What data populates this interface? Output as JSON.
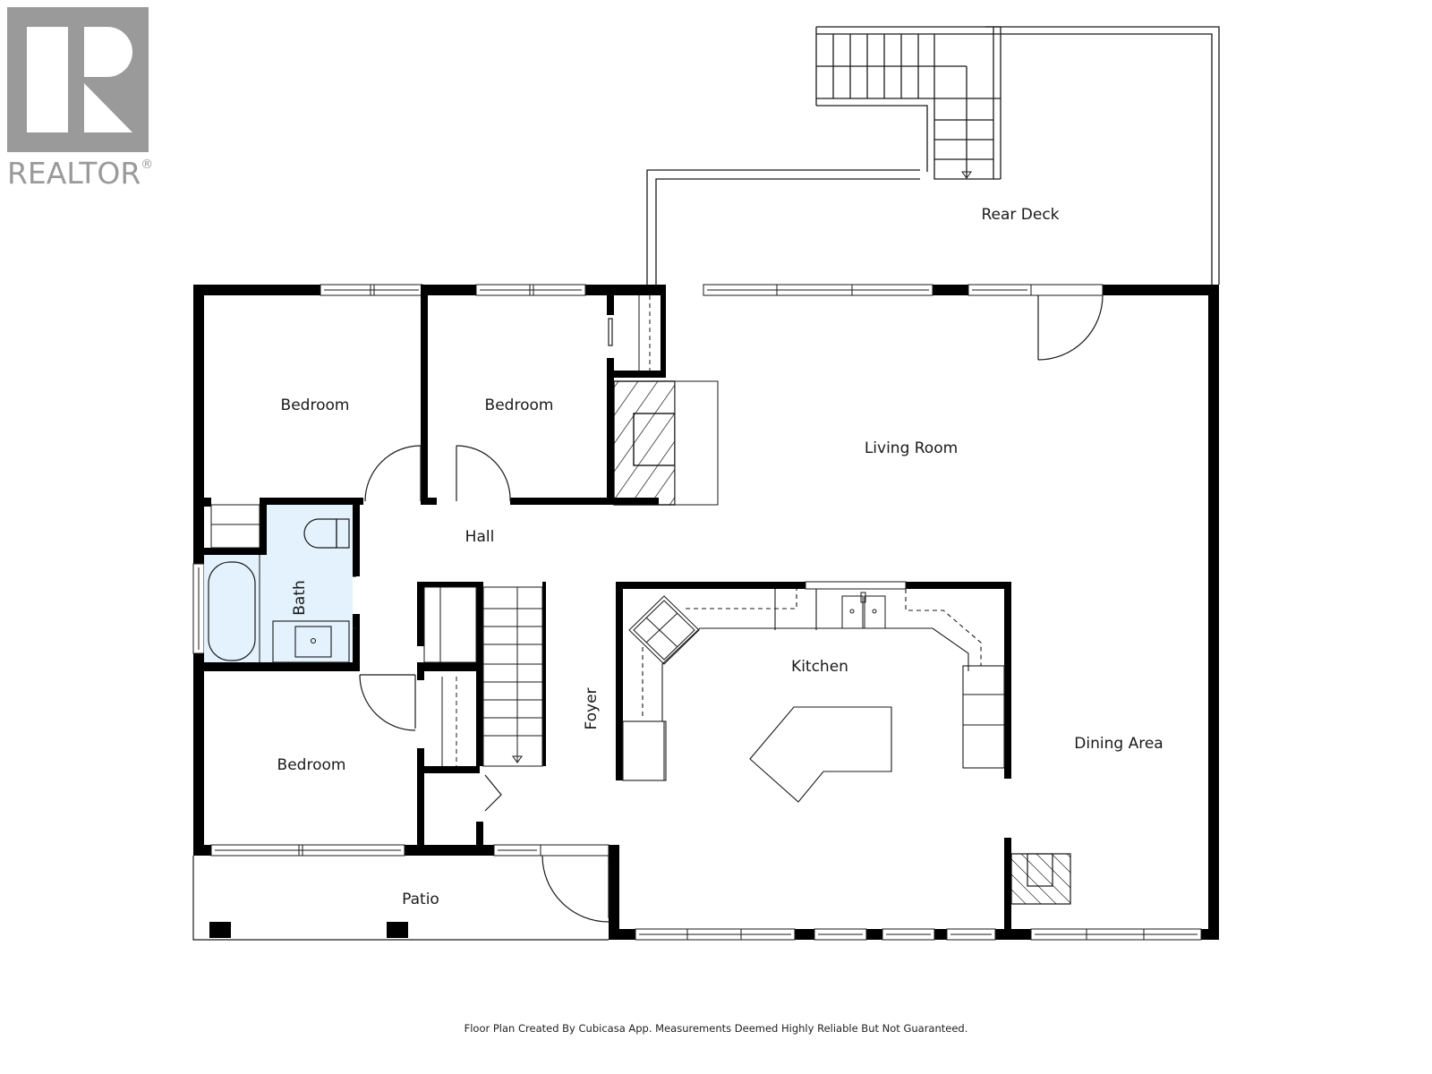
{
  "logo": {
    "brand": "REALTOR",
    "registered_mark": "®",
    "color": "#9a9a9a"
  },
  "floor_plan": {
    "rooms": {
      "rear_deck": "Rear Deck",
      "bedroom_1": "Bedroom",
      "bedroom_2": "Bedroom",
      "bedroom_3": "Bedroom",
      "living_room": "Living Room",
      "hall": "Hall",
      "bath": "Bath",
      "foyer": "Foyer",
      "kitchen": "Kitchen",
      "dining_area": "Dining Area",
      "patio": "Patio"
    },
    "colors": {
      "wall": "#000000",
      "bath_fill": "#e3f2fc",
      "line": "#1a1a1a"
    }
  },
  "footer": {
    "disclaimer": "Floor Plan Created By Cubicasa App. Measurements Deemed Highly Reliable But Not Guaranteed."
  }
}
